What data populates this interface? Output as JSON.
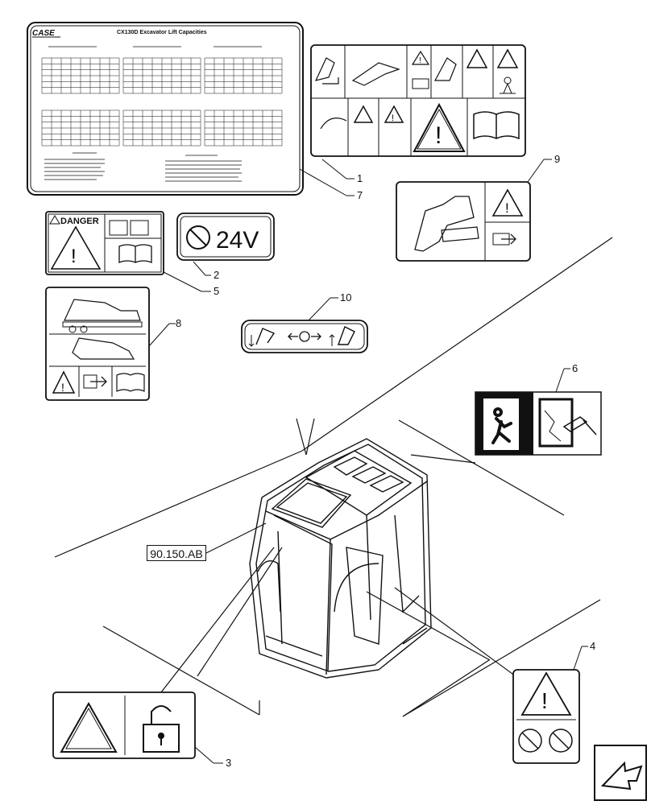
{
  "decals": {
    "lift_chart": {
      "brand": "CASE",
      "title": "CX130D Excavator Lift Capacities"
    },
    "danger": {
      "text": "DANGER"
    },
    "voltage": {
      "text": "24V"
    }
  },
  "callouts": [
    "1",
    "7",
    "9",
    "2",
    "5",
    "10",
    "8",
    "6",
    "4",
    "3"
  ],
  "reference": {
    "label": "90.150.AB"
  }
}
